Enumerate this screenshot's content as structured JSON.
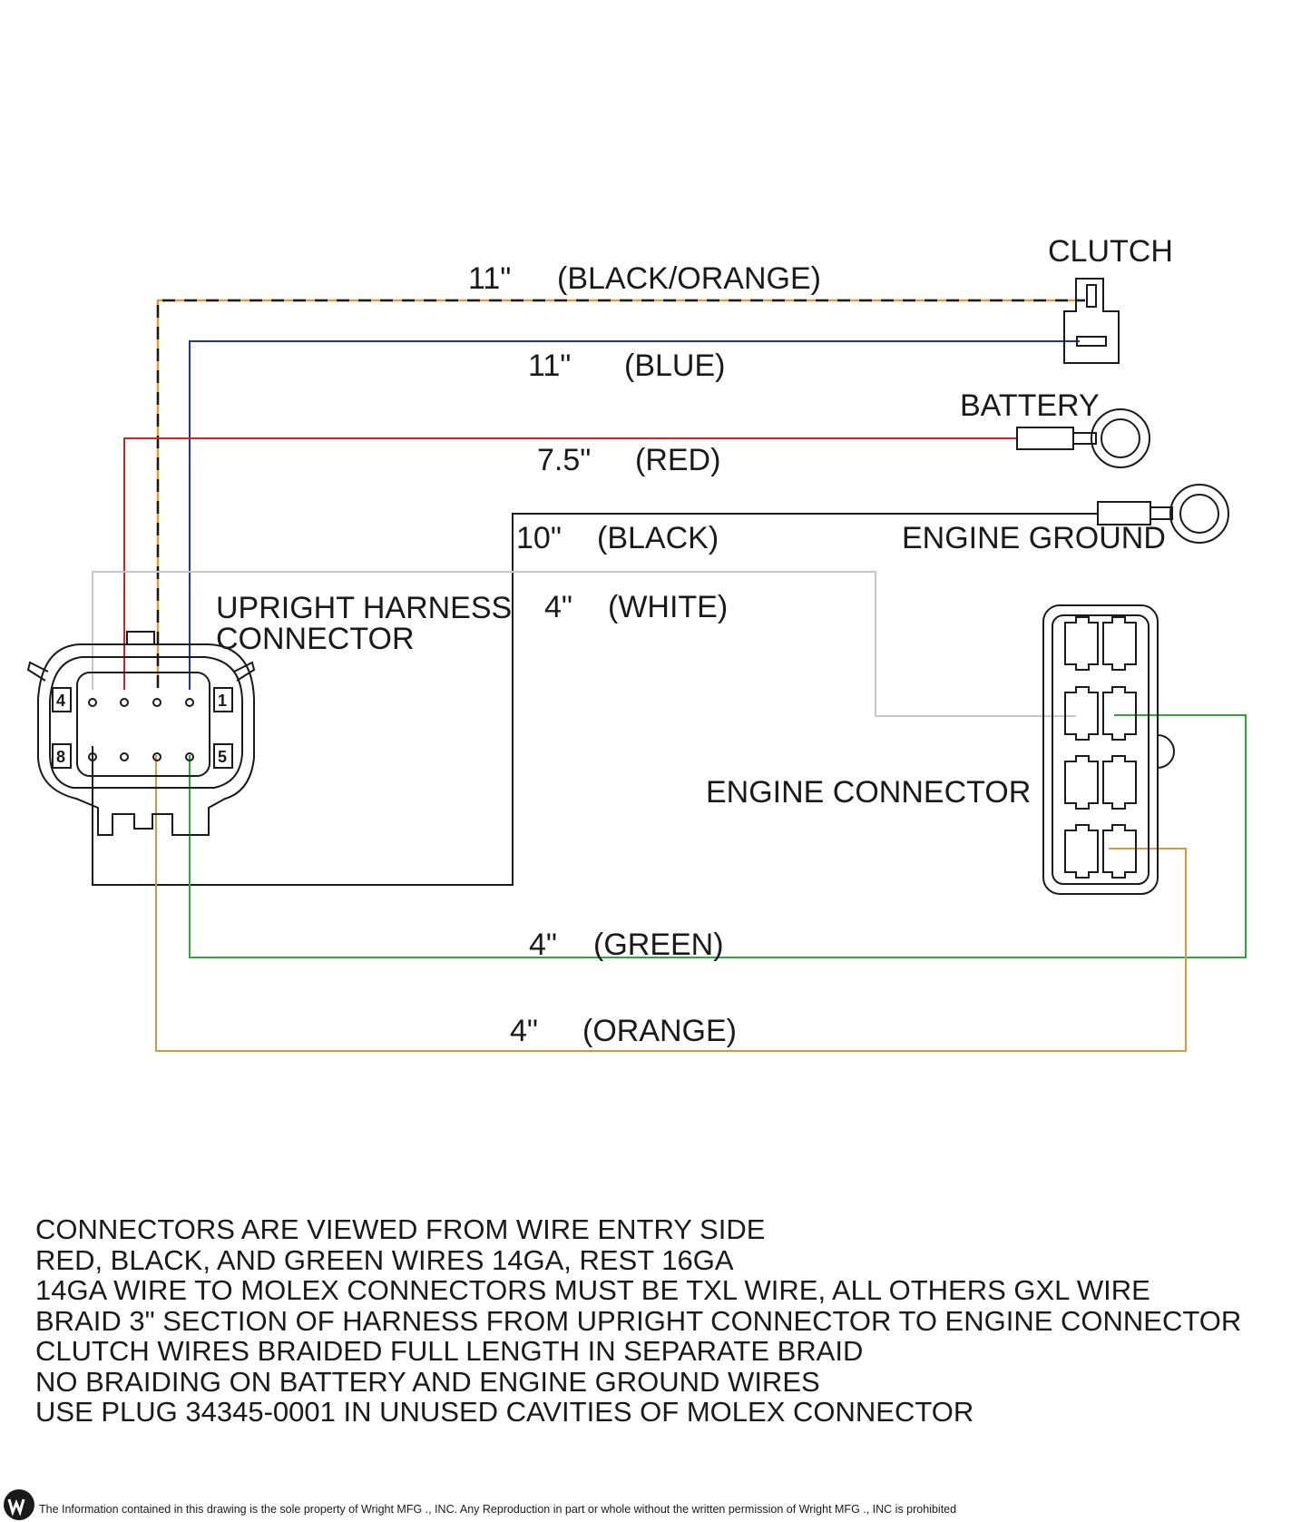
{
  "wires": [
    {
      "id": "black-orange",
      "length": "11\"",
      "color_label": "(BLACK/ORANGE)",
      "colors": [
        "#1a1a1a",
        "#e0a030"
      ]
    },
    {
      "id": "blue",
      "length": "11\"",
      "color_label": "(BLUE)",
      "colors": [
        "#1f2fbf"
      ]
    },
    {
      "id": "red",
      "length": "7.5\"",
      "color_label": "(RED)",
      "colors": [
        "#d42020"
      ]
    },
    {
      "id": "black",
      "length": "10\"",
      "color_label": "(BLACK)",
      "colors": [
        "#1a1a1a"
      ]
    },
    {
      "id": "white",
      "length": "4\"",
      "color_label": "(WHITE)",
      "colors": [
        "#c8c8c8"
      ]
    },
    {
      "id": "green",
      "length": "4\"",
      "color_label": "(GREEN)",
      "colors": [
        "#2aa83a"
      ]
    },
    {
      "id": "orange",
      "length": "4\"",
      "color_label": "(ORANGE)",
      "colors": [
        "#d49a3a"
      ]
    }
  ],
  "components": {
    "clutch": "CLUTCH",
    "battery": "BATTERY",
    "engine_ground": "ENGINE GROUND",
    "upright_line1": "UPRIGHT HARNESS",
    "upright_line2": "CONNECTOR",
    "engine_connector": "ENGINE CONNECTOR"
  },
  "pin_numbers": {
    "p4": "4",
    "p1": "1",
    "p8": "8",
    "p5": "5"
  },
  "notes": [
    "CONNECTORS ARE VIEWED FROM WIRE ENTRY SIDE",
    "RED, BLACK, AND GREEN WIRES 14GA, REST 16GA",
    "14GA WIRE TO MOLEX CONNECTORS MUST BE TXL WIRE, ALL OTHERS GXL WIRE",
    "BRAID 3\" SECTION OF HARNESS FROM UPRIGHT CONNECTOR TO ENGINE CONNECTOR",
    "CLUTCH WIRES BRAIDED FULL LENGTH IN SEPARATE BRAID",
    "NO BRAIDING ON BATTERY AND ENGINE GROUND WIRES",
    "USE PLUG 34345-0001 IN UNUSED CAVITIES OF MOLEX CONNECTOR"
  ],
  "footer": {
    "disclaimer": "The Information contained in this drawing is the sole property of Wright MFG ., INC. Any Reproduction in part or whole without the written permission of Wright MFG ., INC is prohibited"
  }
}
